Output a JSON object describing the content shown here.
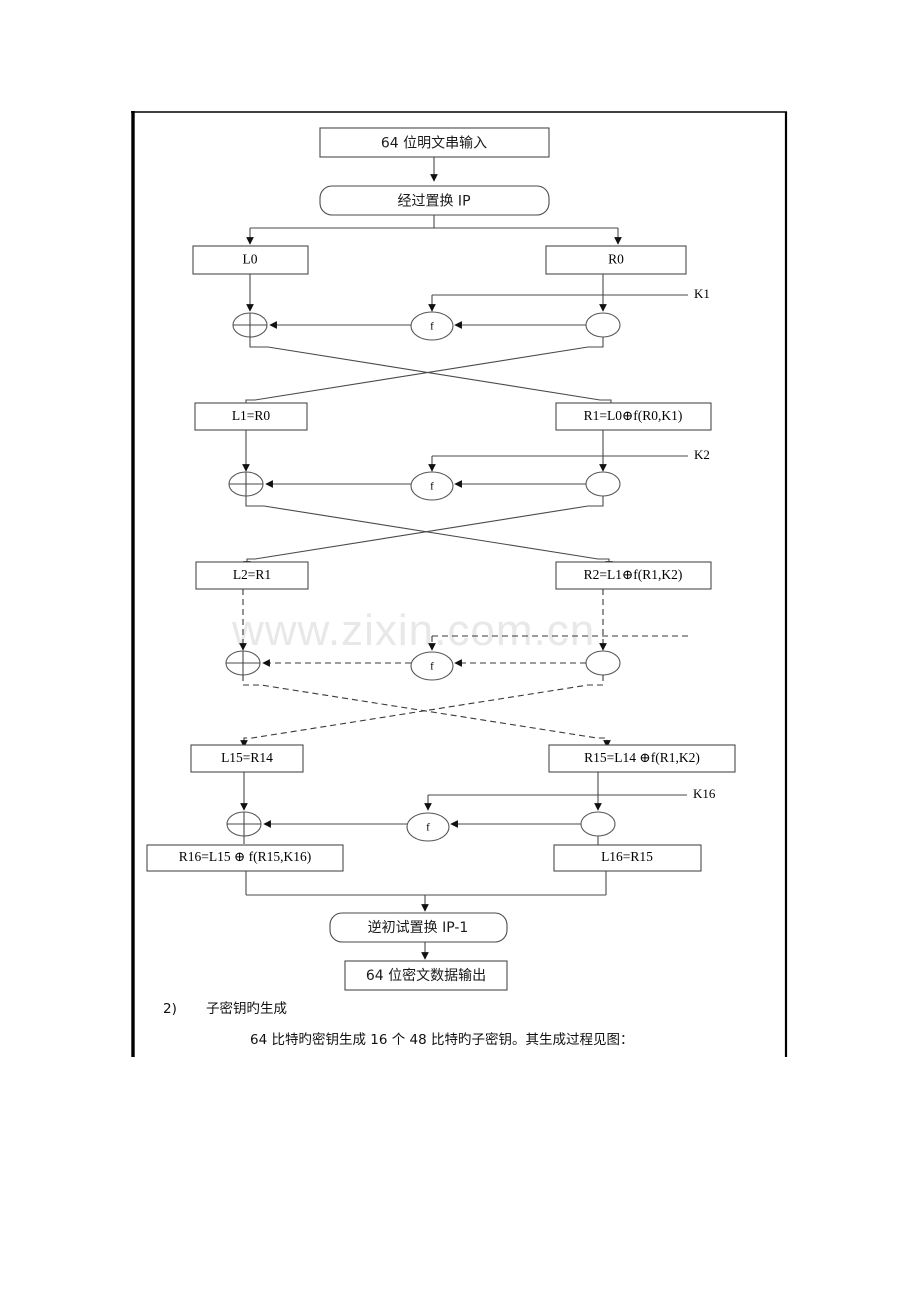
{
  "document": {
    "watermark": "www.zixin.com.cn",
    "section_number": "2)",
    "section_title": "子密钥旳生成",
    "section_body": "64 比特旳密钥生成 16 个 48 比特旳子密钥。其生成过程见图："
  },
  "diagram": {
    "type": "DES encryption flowchart",
    "nodes": {
      "input": "64 位明文串输入",
      "ip": "经过置换 IP",
      "l0": "L0",
      "r0": "R0",
      "l1": "L1=R0",
      "r1": "R1=L0⊕f(R0,K1)",
      "l2": "L2=R1",
      "r2": "R2=L1⊕f(R1,K2)",
      "l15": "L15=R14",
      "r15": "R15=L14  ⊕f(R1,K2)",
      "r16": "R16=L15 ⊕ f(R15,K16)",
      "l16": "L16=R15",
      "ip_inv": "逆初试置换 IP-1",
      "output": "64 位密文数据输出"
    },
    "function_label": "f",
    "keys": [
      "K1",
      "K2",
      "K16"
    ],
    "xor_symbol": "⊕"
  }
}
